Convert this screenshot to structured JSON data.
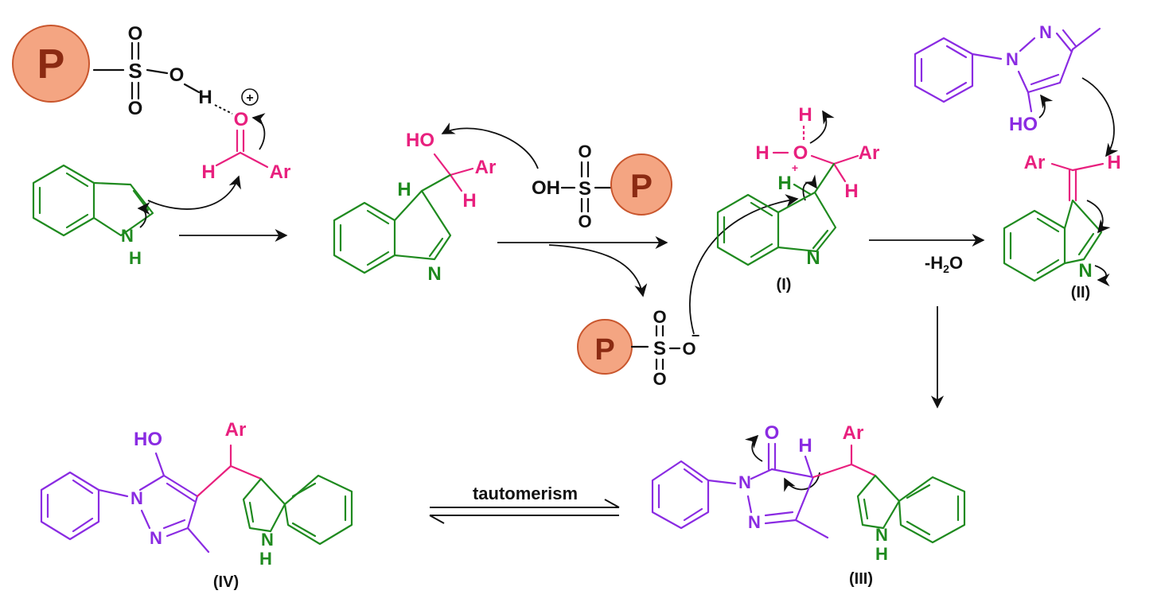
{
  "colors": {
    "indole": "#1f8a1f",
    "aldehyde": "#e8207e",
    "pyrazolone": "#8a2be2",
    "catalyst_bead": "#f4a582",
    "catalyst_outline": "#c9562d",
    "arrows": "#111111"
  },
  "catalyst": {
    "bead_label": "P"
  },
  "atoms": {
    "O": "O",
    "S": "S",
    "H": "H",
    "N": "N",
    "NH": "NH",
    "HO": "HO",
    "OH": "OH",
    "Ar": "Ar",
    "plus": "+",
    "minus": "−"
  },
  "conditions": {
    "dehydration_left": "-H",
    "dehydration_sub": "2",
    "dehydration_right": "O"
  },
  "compound_labels": {
    "I": "(I)",
    "II": "(II)",
    "III": "(III)",
    "IV": "(IV)"
  },
  "equilibrium_label": "tautomerism"
}
